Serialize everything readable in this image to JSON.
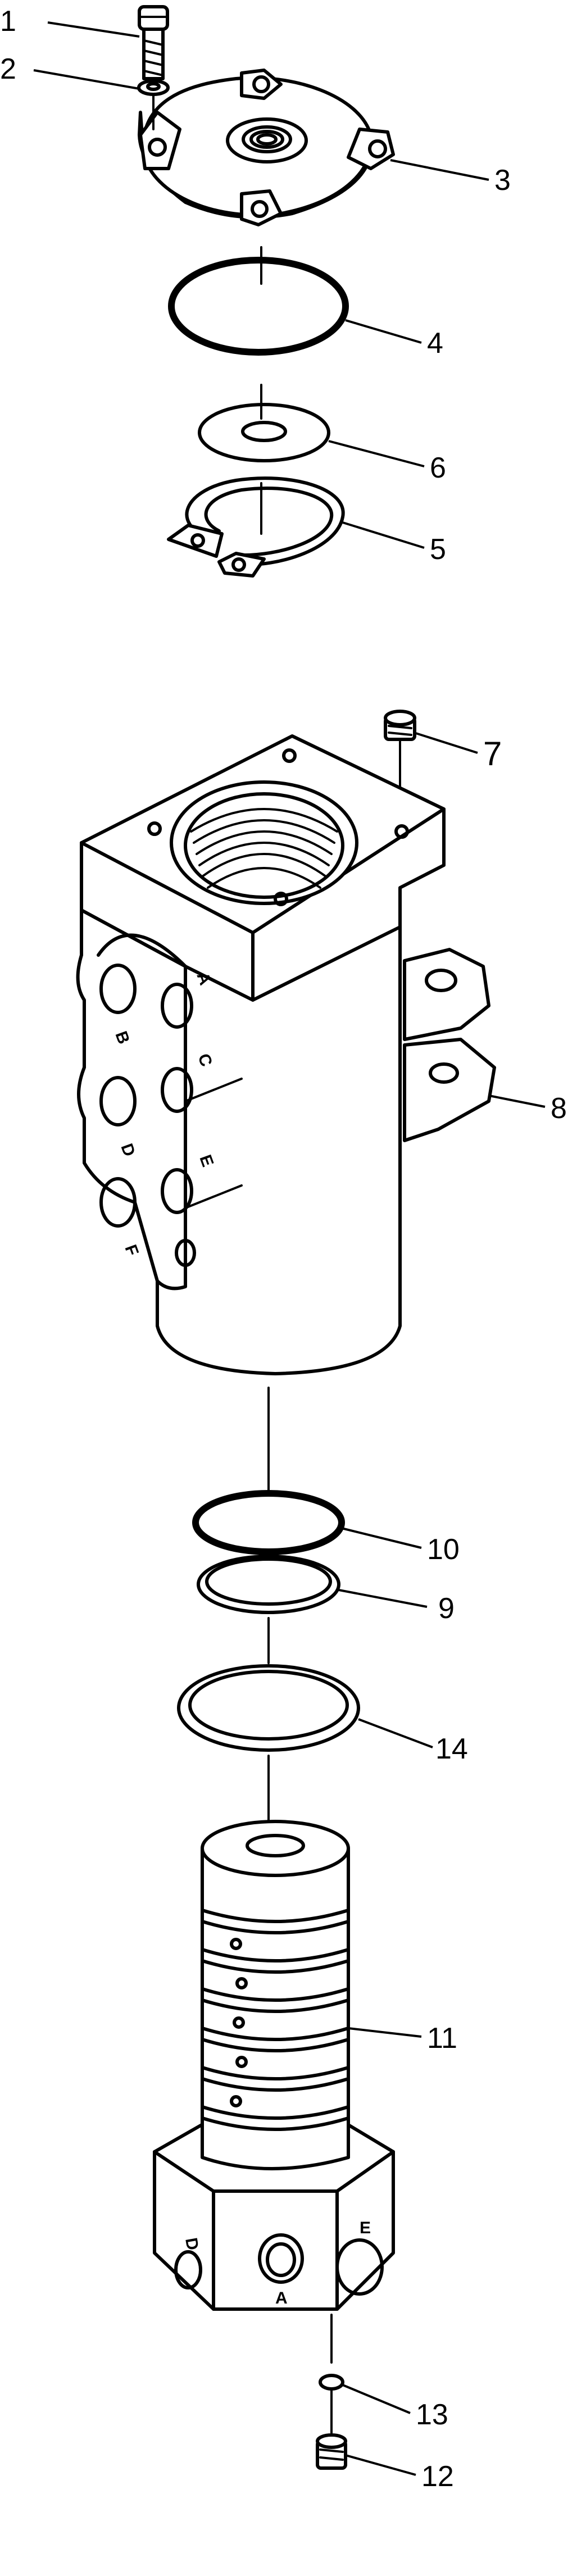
{
  "callouts": {
    "c1": "1",
    "c2": "2",
    "c3": "3",
    "c4": "4",
    "c5": "5",
    "c6": "6",
    "c7": "7",
    "c8": "8",
    "c9": "9",
    "c10": "10",
    "c11": "11",
    "c12": "12",
    "c13": "13",
    "c14": "14"
  },
  "port_letters": {
    "body": [
      "A",
      "B",
      "C",
      "D",
      "E",
      "F"
    ],
    "spool": [
      "D",
      "A",
      "E"
    ]
  }
}
